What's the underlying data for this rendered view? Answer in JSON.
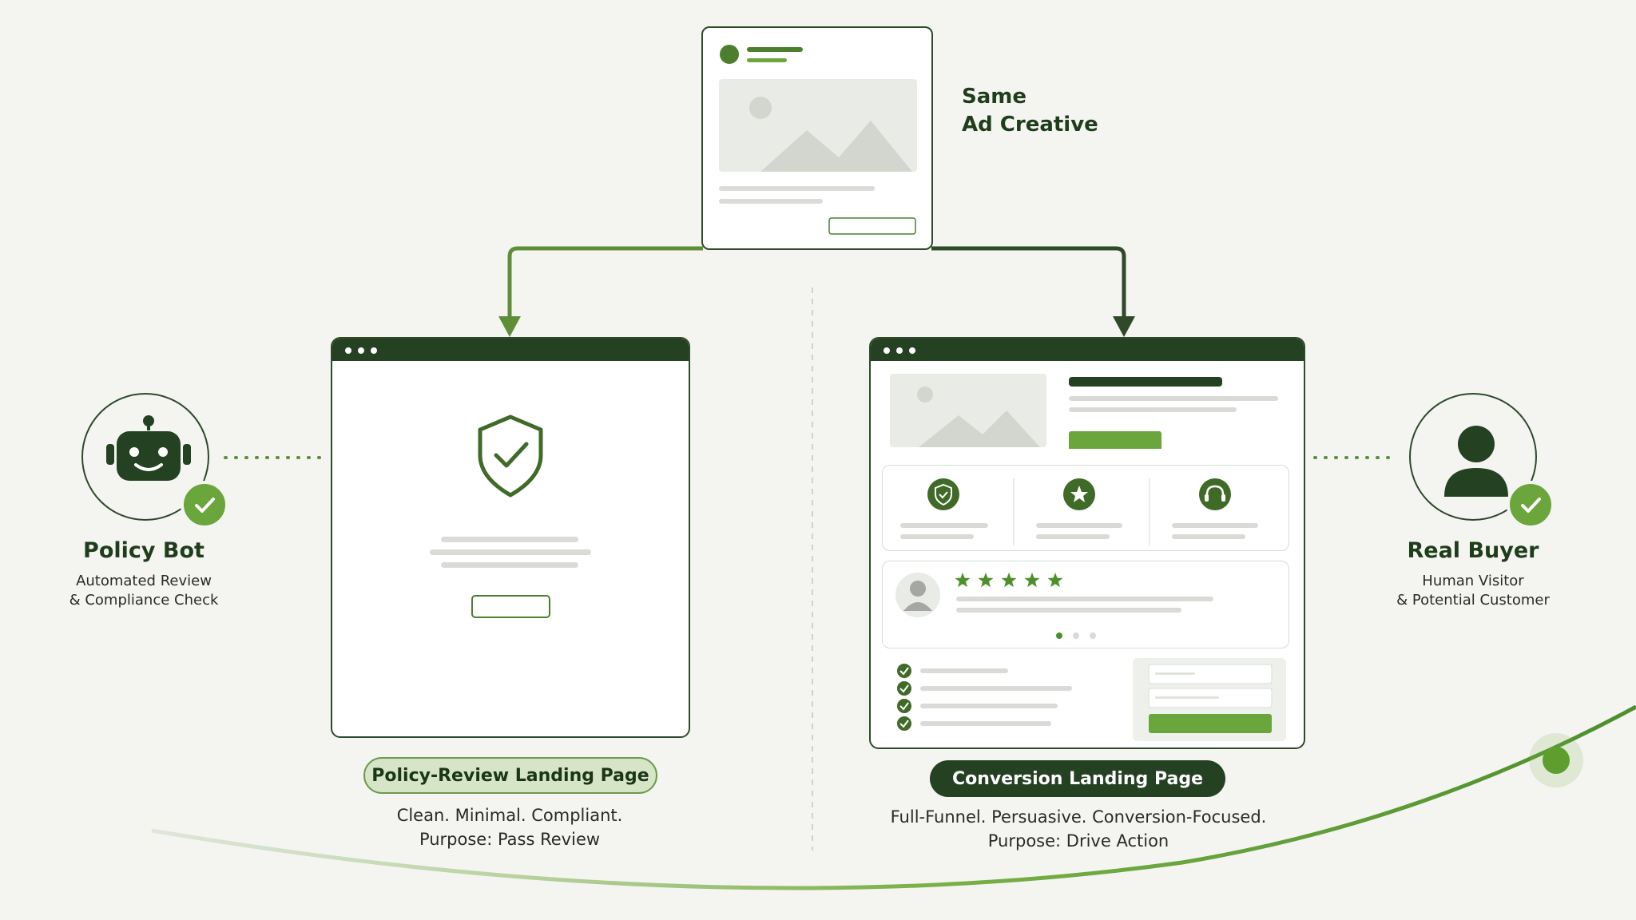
{
  "ad_creative": {
    "title_line1": "Same",
    "title_line2": "Ad Creative"
  },
  "left_page": {
    "pill_label": "Policy-Review Landing Page",
    "caption_line1": "Clean. Minimal. Compliant.",
    "caption_line2": "Purpose:  Pass Review"
  },
  "right_page": {
    "pill_label": "Conversion Landing Page",
    "caption_line1": "Full-Funnel. Persuasive. Conversion-Focused.",
    "caption_line2": "Purpose:  Drive Action",
    "rating_stars": 5
  },
  "policy_bot": {
    "name": "Policy Bot",
    "desc_line1": "Automated Review",
    "desc_line2": "& Compliance Check"
  },
  "real_buyer": {
    "name": "Real Buyer",
    "desc_line1": "Human Visitor",
    "desc_line2": "& Potential Customer"
  },
  "colors": {
    "dark_green": "#244122",
    "accent_green": "#6aa63b",
    "light_green": "#d5e5c5",
    "line_gray": "#d9dcd6"
  }
}
